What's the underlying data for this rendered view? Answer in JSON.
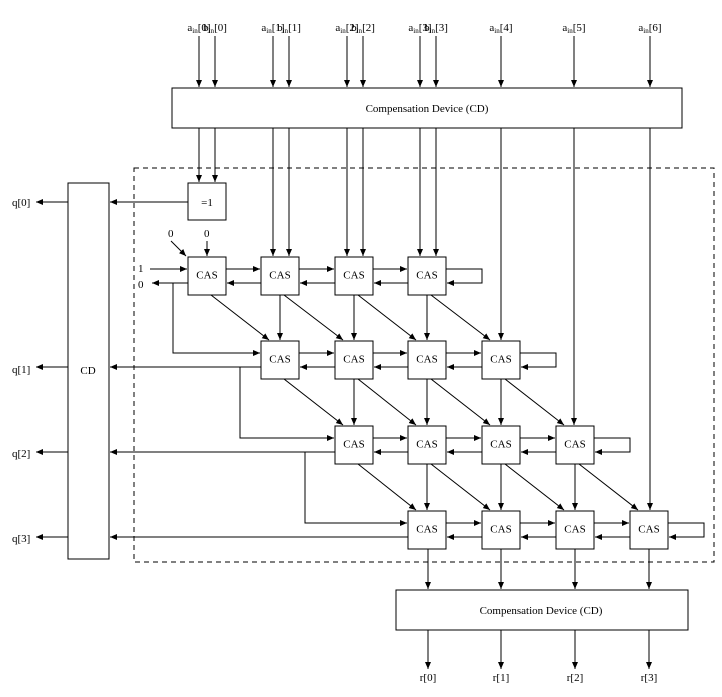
{
  "top_inputs": [
    {
      "base": "a",
      "sub": "in",
      "idx": "[0]"
    },
    {
      "base": "b",
      "sub": "in",
      "idx": "[0]"
    },
    {
      "base": "a",
      "sub": "in",
      "idx": "[1]"
    },
    {
      "base": "b",
      "sub": "in",
      "idx": "[1]"
    },
    {
      "base": "a",
      "sub": "in",
      "idx": "[2]"
    },
    {
      "base": "b",
      "sub": "in",
      "idx": "[2]"
    },
    {
      "base": "a",
      "sub": "in",
      "idx": "[3]"
    },
    {
      "base": "b",
      "sub": "in",
      "idx": "[3]"
    },
    {
      "base": "a",
      "sub": "in",
      "idx": "[4]"
    },
    {
      "base": "a",
      "sub": "in",
      "idx": "[5]"
    },
    {
      "base": "a",
      "sub": "in",
      "idx": "[6]"
    }
  ],
  "compensation_top_label": "Compensation Device (CD)",
  "compensation_bottom_label": "Compensation Device (CD)",
  "xor_label": "=1",
  "cd_left_label": "CD",
  "cell_label": "CAS",
  "const_top": [
    "0",
    "0"
  ],
  "const_side": [
    "1",
    "0"
  ],
  "q_outputs": [
    "q[0]",
    "q[1]",
    "q[2]",
    "q[3]"
  ],
  "r_outputs": [
    "r[0]",
    "r[1]",
    "r[2]",
    "r[3]"
  ]
}
